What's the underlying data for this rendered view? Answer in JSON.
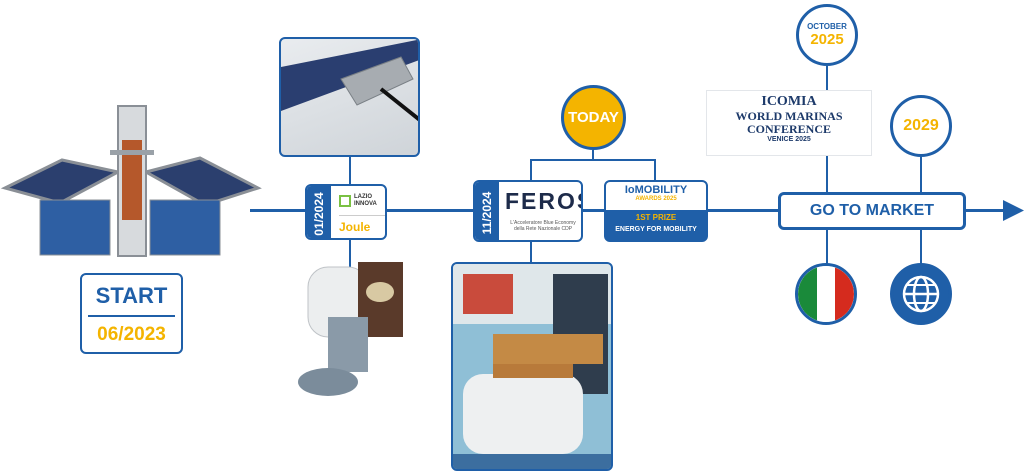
{
  "start": {
    "label": "START",
    "date": "06/2023"
  },
  "milestones": [
    {
      "date": "01/2024",
      "logos": [
        "LAZIO INNOVA",
        "Joule"
      ]
    },
    {
      "date": "11/2024",
      "feros": {
        "name": "FEROS",
        "subtitle": "L'Acceleratore Blue Economy della Rete Nazionale CDP"
      },
      "award": {
        "logo_line1": "IoMOBILITY",
        "logo_line2": "AWARDS 2025",
        "prize": "1ST PRIZE",
        "category": "ENERGY FOR MOBILITY"
      }
    }
  ],
  "today": {
    "label": "TODAY"
  },
  "icomia": {
    "month": "OCTOBER",
    "year": "2025",
    "line1": "ICOMIA",
    "line2": "WORLD MARINAS",
    "line3": "CONFERENCE",
    "line4": "VENICE 2025"
  },
  "future": {
    "year": "2029"
  },
  "go_to_market": {
    "label": "GO TO MARKET"
  },
  "colors": {
    "primary": "#1f5fa8",
    "accent": "#f4b400"
  },
  "icons": {
    "italy": "italy-flag-icon",
    "globe": "globe-icon"
  }
}
